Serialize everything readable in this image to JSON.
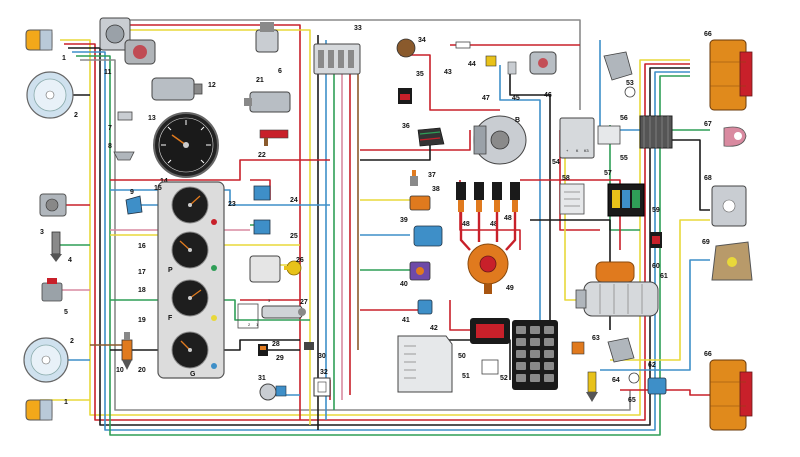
{
  "colors": {
    "red": "#c8202a",
    "yellow": "#e8d83a",
    "blue": "#3e8fc8",
    "green": "#2f9e57",
    "black": "#1a1a1a",
    "grey": "#8a8a8a",
    "brown": "#8a5a2c",
    "pink": "#d98aa0",
    "orange": "#e07a1e",
    "lamp_amber": "#f2a81a",
    "tail_light": "#e08a1c"
  },
  "components": {
    "c1": "1",
    "c1b": "1",
    "c2": "2",
    "c2b": "2",
    "c3": "3",
    "c4": "4",
    "c5": "5",
    "c6": "6",
    "c7": "7",
    "c8": "8",
    "c9": "9",
    "c10": "10",
    "c11": "11",
    "c12": "12",
    "c13": "13",
    "c14": "14",
    "c15": "15",
    "c16": "16",
    "c17": "17",
    "c18": "18",
    "c19": "19",
    "c20": "20",
    "c21": "21",
    "c22": "22",
    "c23": "23",
    "c24": "24",
    "c25": "25",
    "c26": "26",
    "c27": "27",
    "c28": "28",
    "c29": "29",
    "c30": "30",
    "c31": "31",
    "c32": "32",
    "c33": "33",
    "c34": "34",
    "c35": "35",
    "c36": "36",
    "c37": "37",
    "c38": "38",
    "c39": "39",
    "c40": "40",
    "c41": "41",
    "c42": "42",
    "c43": "43",
    "c44": "44",
    "c45": "45",
    "c46": "46",
    "c47": "47",
    "c48a": "48",
    "c48b": "48",
    "c48c": "48",
    "c49": "49",
    "c50": "50",
    "c51": "51",
    "c52": "52",
    "c53": "53",
    "c54": "54",
    "c55": "55",
    "c56": "56",
    "c57": "57",
    "c58": "58",
    "c59": "59",
    "c60": "60",
    "c61": "61",
    "c62": "62",
    "c63": "63",
    "c64": "64",
    "c65": "65",
    "c66": "66",
    "c66b": "66",
    "c67": "67",
    "c68": "68",
    "c69": "69"
  },
  "small_marks": {
    "relay_k3": "К3",
    "switch_k": "К",
    "gauge_p": "P",
    "gauge_f": "F",
    "gauge_g": "G",
    "alternator_b": "B",
    "switch_3": "3",
    "switch_2": "2",
    "switch_1": "1",
    "aplus": "+"
  }
}
